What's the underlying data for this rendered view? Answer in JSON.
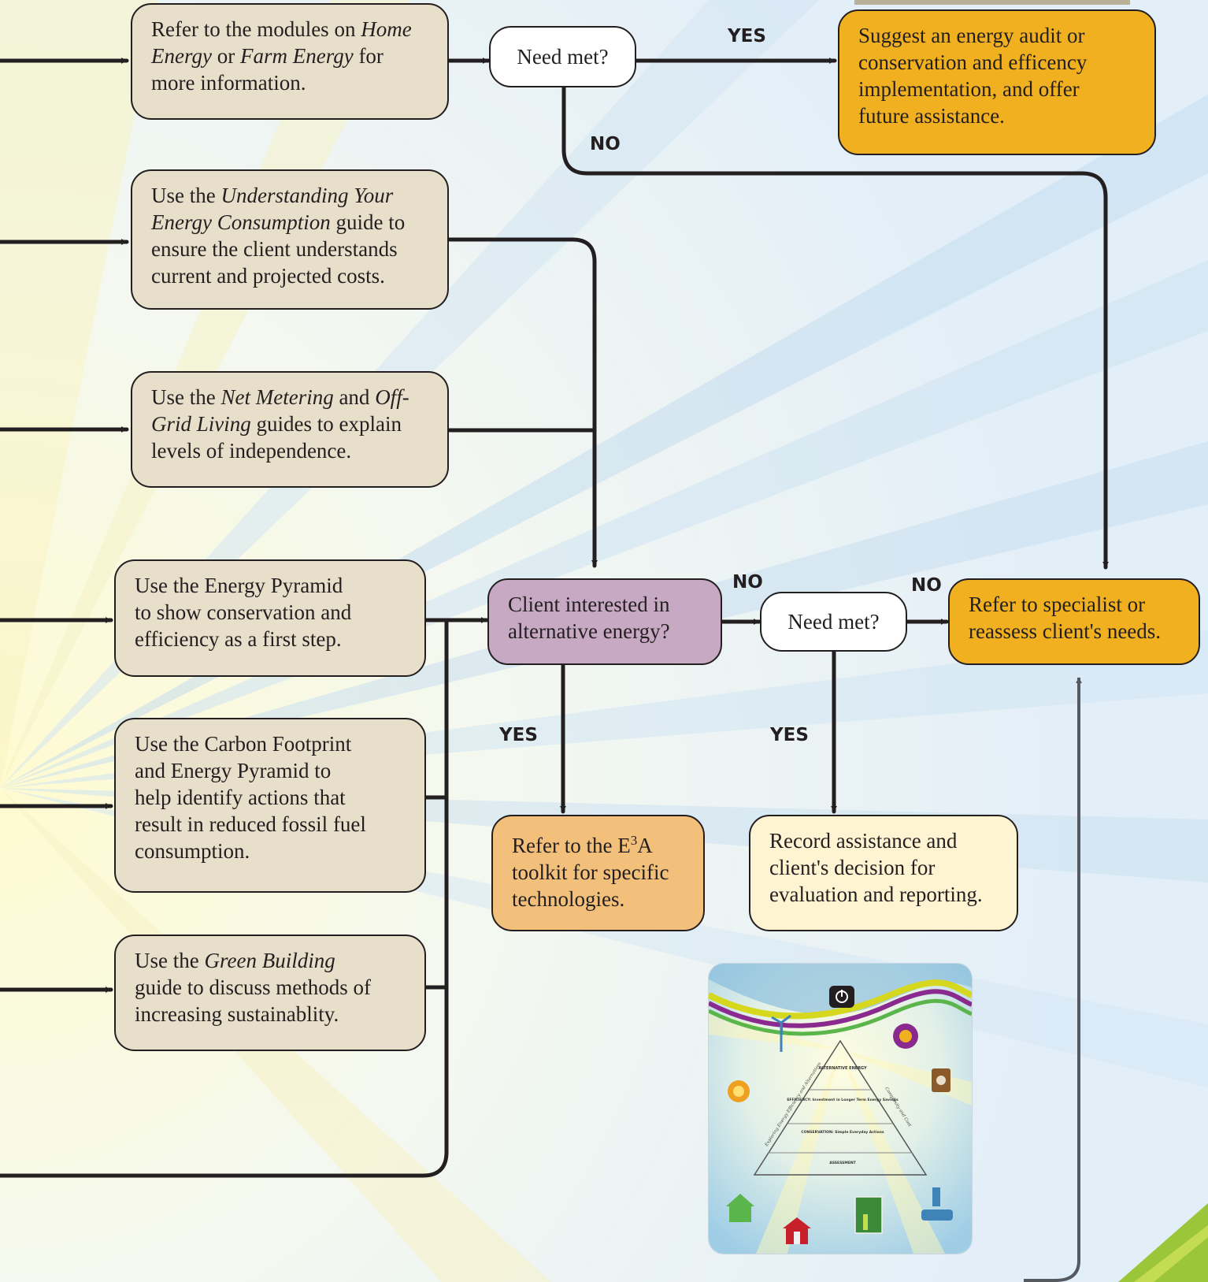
{
  "boxes": {
    "modules": {
      "line1_a": "Refer to the modules on ",
      "line1_b": "Home",
      "line2_a": "Energy",
      "line2_b": " or ",
      "line2_c": "Farm Energy",
      "line2_d": " for",
      "line3": "more information."
    },
    "suggest": {
      "line1": "Suggest an energy audit or",
      "line2": "conservation and efficency",
      "line3": "implementation, and offer",
      "line4": "future assistance."
    },
    "consumption": {
      "line1_a": " Use the ",
      "line1_b": "Understanding Your",
      "line2_a": "Energy Consumption",
      "line2_b": " guide to",
      "line3": "ensure the client understands",
      "line4": "current and projected costs."
    },
    "net_metering": {
      "line1_a": "Use the ",
      "line1_b": "Net Metering",
      "line1_c": " and ",
      "line1_d": "Off-",
      "line2_a": "Grid Living",
      "line2_b": " guides to explain",
      "line3": "levels of independence."
    },
    "pyramid": {
      "line1": "Use the Energy Pyramid",
      "line2": "to show conservation and",
      "line3": "efficiency as a first step."
    },
    "carbon": {
      "line1": "Use the Carbon Footprint",
      "line2": "and Energy Pyramid to",
      "line3": "help identify actions that",
      "line4": "result in reduced fossil fuel",
      "line5": "consumption."
    },
    "green": {
      "line1_a": "Use the ",
      "line1_b": "Green Building",
      "line2": "guide to discuss methods of",
      "line3": "increasing sustainablity."
    },
    "client_interested": {
      "line1": "Client interested in",
      "line2": "alternative energy?"
    },
    "need_met_top": "Need met?",
    "need_met_mid": "Need met?",
    "specialist": {
      "line1": "Refer to specialist or",
      "line2": "reassess client's needs."
    },
    "toolkit": {
      "line1_a": "Refer to the E",
      "line1_sup": "3",
      "line1_b": "A",
      "line2": "toolkit for specific",
      "line3": "technologies."
    },
    "record": {
      "line1": "Record assistance and",
      "line2": "client's decision for",
      "line3": "evaluation and reporting."
    }
  },
  "labels": {
    "yes_top": "YES",
    "no_top": "NO",
    "no_client": "NO",
    "no_need": "NO",
    "yes_client": "YES",
    "yes_need": "YES"
  },
  "thumbnail": {
    "apex_label": "ALTERNATIVE ENERGY",
    "efficiency_label": "EFFICIENCY: Investment in Longer Term Energy Savings",
    "conservation_label": "CONSERVATION: Simple Everyday Actions",
    "assessment_label": "ASSESSMENT",
    "left_side_text": "Exploring Energy Efficiency and Alternatives",
    "right_side_text": "Complexity and Cost",
    "icons": [
      "power-icon",
      "wind-turbine-icon",
      "sun-icon",
      "fuel-can-icon",
      "house-icon",
      "barn-icon",
      "grain-bin-icon",
      "water-icon",
      "solar-flame-icon"
    ]
  },
  "colors": {
    "tan": "#e8dfca",
    "gold": "#f0b020",
    "purple": "#c7a9c3",
    "orange": "#f3c07c",
    "cream": "#fff4d2"
  }
}
